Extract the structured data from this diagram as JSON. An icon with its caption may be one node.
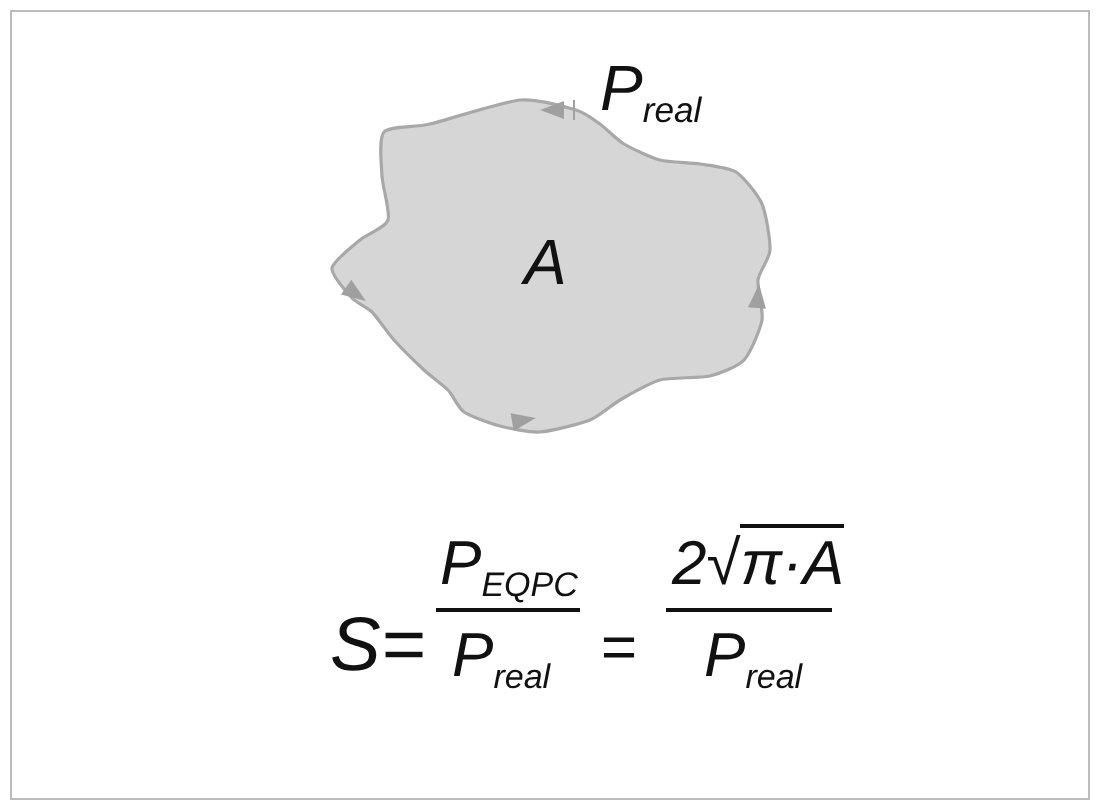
{
  "diagram": {
    "nodes": [
      {
        "text": [
          "A"
        ],
        "beside": [
          "P$_{real}$"
        ]
      }
    ],
    "labels": [
      "S=",
      "P$_{EQPC}$",
      "P$_{real}$",
      "=",
      "2√",
      "π·A",
      "P$_{real}$"
    ]
  }
}
